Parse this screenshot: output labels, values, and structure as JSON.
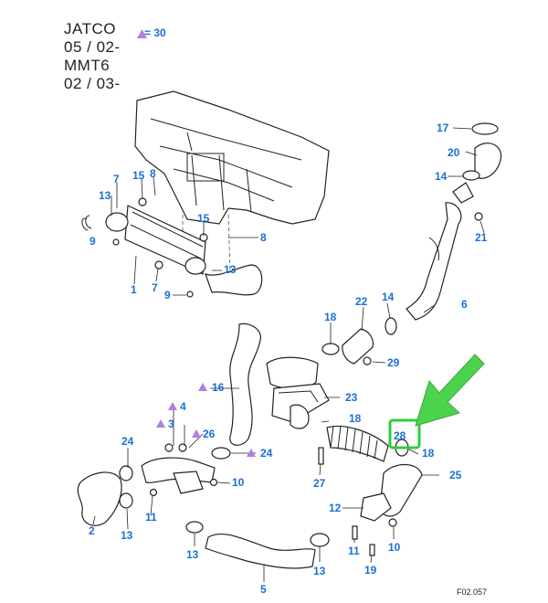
{
  "header": {
    "lines": [
      "JATCO",
      "05 / 02-",
      "MMT6",
      "02 / 03-"
    ]
  },
  "legend": {
    "value": "= 30",
    "marker_color": "#b07fe0"
  },
  "footer": {
    "code": "F02.057"
  },
  "colors": {
    "callout": "#1a6fd6",
    "arrow": "#4cd24c",
    "highlight_box": "#2ecc40",
    "line": "#222222"
  },
  "callouts": [
    {
      "id": "c17",
      "text": "17"
    },
    {
      "id": "c20",
      "text": "20"
    },
    {
      "id": "c14a",
      "text": "14"
    },
    {
      "id": "c7a",
      "text": "7"
    },
    {
      "id": "c15a",
      "text": "15"
    },
    {
      "id": "c8a",
      "text": "8"
    },
    {
      "id": "c13a",
      "text": "13"
    },
    {
      "id": "c9a",
      "text": "9"
    },
    {
      "id": "c15b",
      "text": "15"
    },
    {
      "id": "c8b",
      "text": "8"
    },
    {
      "id": "c21",
      "text": "21"
    },
    {
      "id": "c13b",
      "text": "13"
    },
    {
      "id": "c1",
      "text": "1"
    },
    {
      "id": "c7b",
      "text": "7"
    },
    {
      "id": "c9b",
      "text": "9"
    },
    {
      "id": "c22",
      "text": "22"
    },
    {
      "id": "c14b",
      "text": "14"
    },
    {
      "id": "c6",
      "text": "6"
    },
    {
      "id": "c18a",
      "text": "18"
    },
    {
      "id": "c29",
      "text": "29"
    },
    {
      "id": "c16",
      "text": "16"
    },
    {
      "id": "c23",
      "text": "23"
    },
    {
      "id": "c4",
      "text": "4"
    },
    {
      "id": "c18b",
      "text": "18"
    },
    {
      "id": "c3",
      "text": "3"
    },
    {
      "id": "c26",
      "text": "26"
    },
    {
      "id": "c28",
      "text": "28"
    },
    {
      "id": "c24a",
      "text": "24"
    },
    {
      "id": "c24b",
      "text": "24"
    },
    {
      "id": "c18c",
      "text": "18"
    },
    {
      "id": "c25",
      "text": "25"
    },
    {
      "id": "c27",
      "text": "27"
    },
    {
      "id": "c10a",
      "text": "10"
    },
    {
      "id": "c11a",
      "text": "11"
    },
    {
      "id": "c12",
      "text": "12"
    },
    {
      "id": "c2",
      "text": "2"
    },
    {
      "id": "c13c",
      "text": "13"
    },
    {
      "id": "c11b",
      "text": "11"
    },
    {
      "id": "c10b",
      "text": "10"
    },
    {
      "id": "c13d",
      "text": "13"
    },
    {
      "id": "c13e",
      "text": "13"
    },
    {
      "id": "c19",
      "text": "19"
    },
    {
      "id": "c5",
      "text": "5"
    }
  ]
}
